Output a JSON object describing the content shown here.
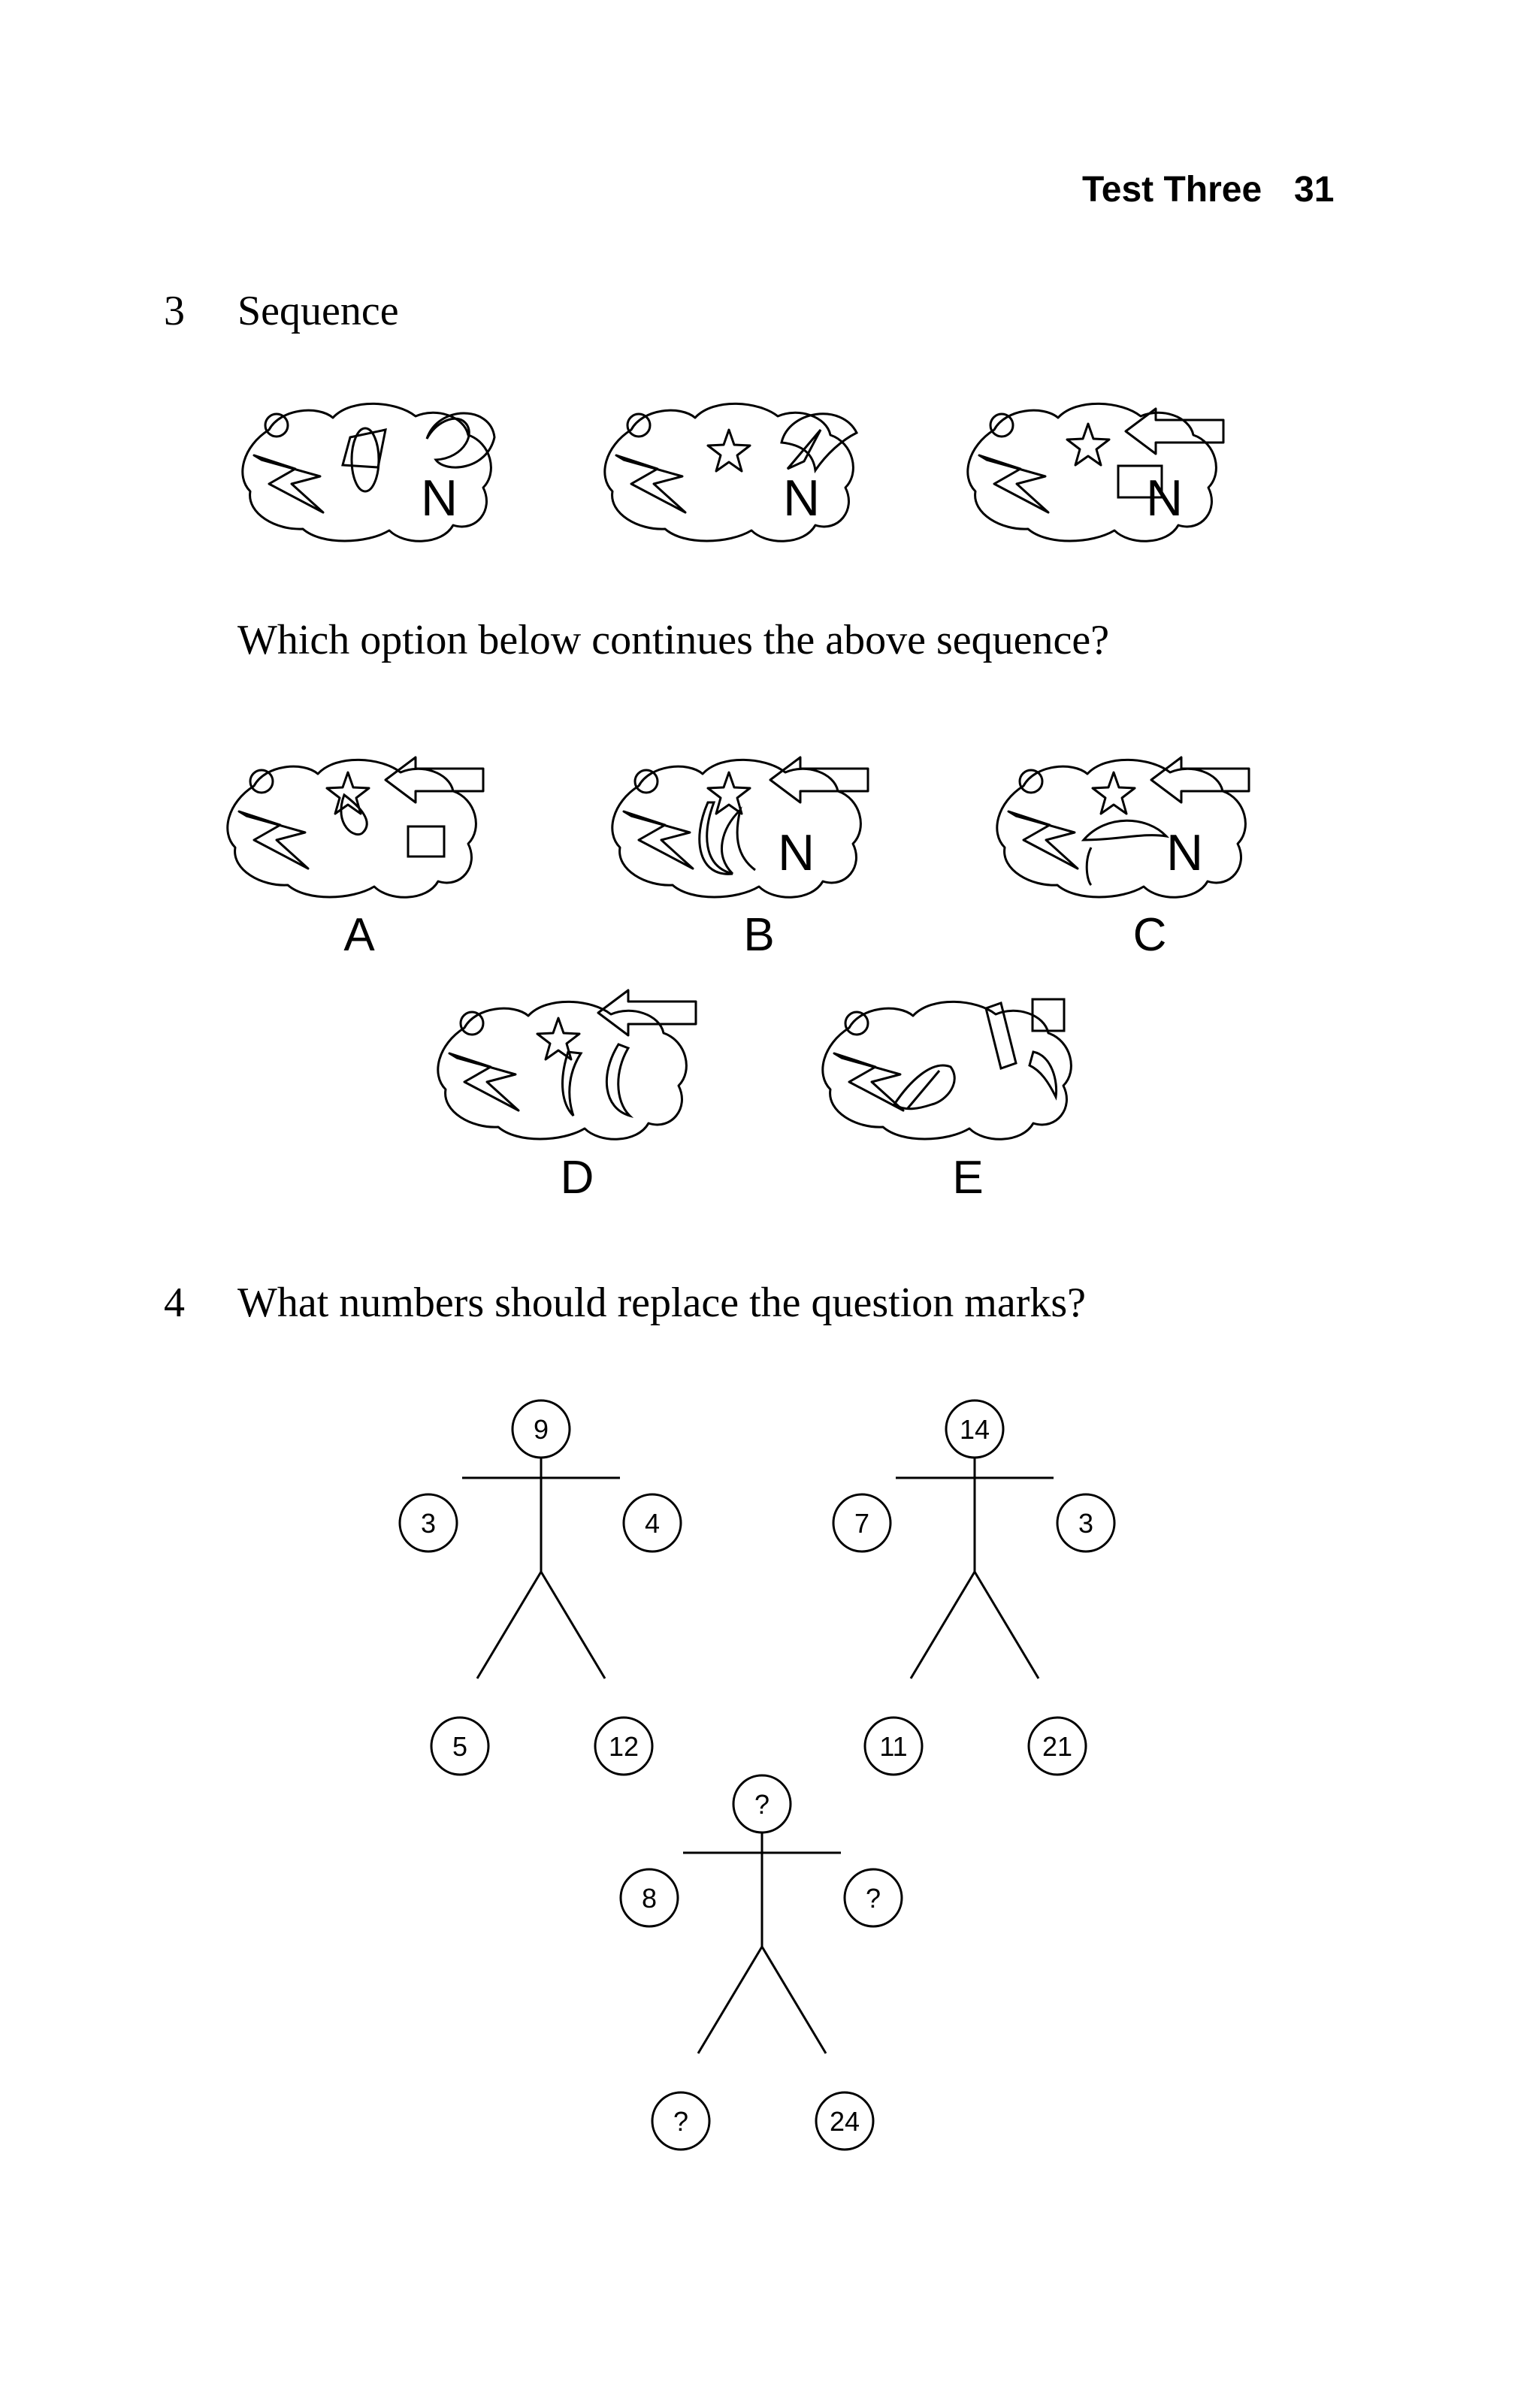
{
  "header": {
    "section": "Test Three",
    "page_number": "31"
  },
  "q3": {
    "number": "3",
    "title": "Sequence",
    "sequence": [
      {
        "letter": "N"
      },
      {
        "letter": "N"
      },
      {
        "letter": "N"
      }
    ],
    "prompt": "Which option below continues the above sequence?",
    "options": [
      {
        "label": "A",
        "letter": ""
      },
      {
        "label": "B",
        "letter": "N"
      },
      {
        "label": "C",
        "letter": "N"
      },
      {
        "label": "D",
        "letter": ""
      },
      {
        "label": "E",
        "letter": ""
      }
    ]
  },
  "q4": {
    "number": "4",
    "prompt": "What numbers should replace the question marks?",
    "figures": [
      {
        "head": "9",
        "left_hand": "3",
        "right_hand": "4",
        "left_foot": "5",
        "right_foot": "12"
      },
      {
        "head": "14",
        "left_hand": "7",
        "right_hand": "3",
        "left_foot": "11",
        "right_foot": "21"
      },
      {
        "head": "?",
        "left_hand": "8",
        "right_hand": "?",
        "left_foot": "?",
        "right_foot": "24"
      }
    ]
  }
}
